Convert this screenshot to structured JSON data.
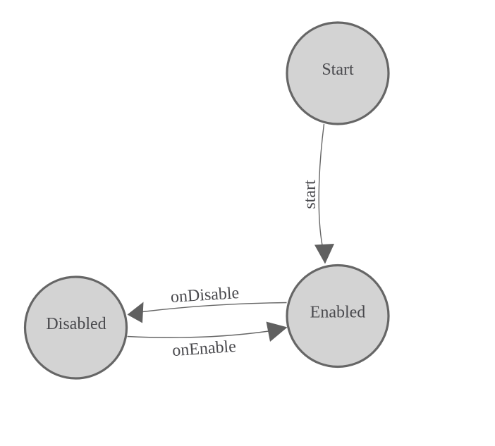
{
  "diagram": {
    "type": "state-machine",
    "background_color": "#ffffff",
    "node_fill_color": "#d3d3d3",
    "node_border_color": "#666666",
    "edge_color": "#666666",
    "arrowhead_color": "#606060",
    "text_color": "#4a4a4e",
    "nodes": {
      "start": {
        "label": "Start"
      },
      "enabled": {
        "label": "Enabled"
      },
      "disabled": {
        "label": "Disabled"
      }
    },
    "edges": {
      "start_transition": {
        "label": "start",
        "from": "Start",
        "to": "Enabled"
      },
      "on_disable": {
        "label": "onDisable",
        "from": "Enabled",
        "to": "Disabled"
      },
      "on_enable": {
        "label": "onEnable",
        "from": "Disabled",
        "to": "Enabled"
      }
    }
  }
}
